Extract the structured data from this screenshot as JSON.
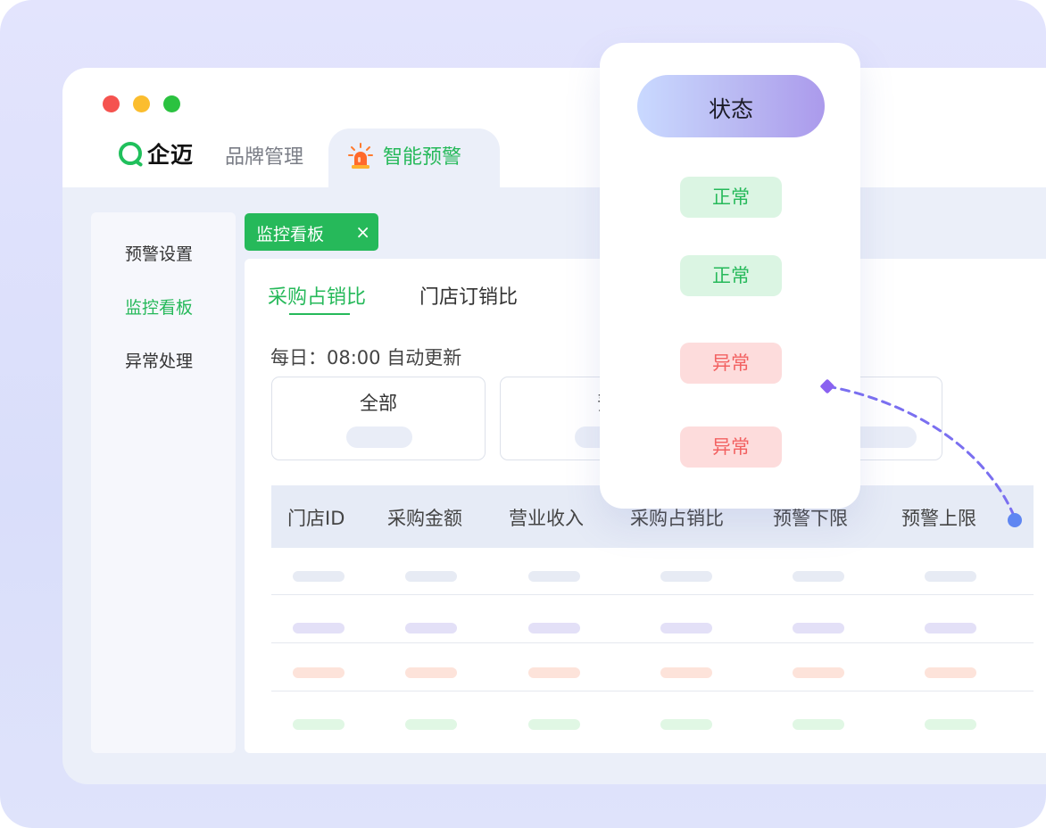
{
  "app": {
    "logo_text": "企迈",
    "nav": {
      "brand_label": "品牌管理",
      "alert_label": "智能预警"
    }
  },
  "window_controls": [
    "close",
    "minimize",
    "maximize"
  ],
  "sidebar": {
    "items": [
      {
        "label": "预警设置"
      },
      {
        "label": "监控看板"
      },
      {
        "label": "异常处理"
      }
    ]
  },
  "open_tab": {
    "label": "监控看板",
    "close_glyph": "×"
  },
  "subtabs": [
    {
      "label": "采购占销比"
    },
    {
      "label": "门店订销比"
    }
  ],
  "refresh_text": "每日：08:00 自动更新",
  "cards": [
    {
      "title": "全部"
    },
    {
      "title": "预"
    }
  ],
  "table": {
    "columns": [
      "门店ID",
      "采购金额",
      "营业收入",
      "采购占销比",
      "预警下限",
      "预警上限"
    ]
  },
  "status_popup": {
    "header": "状态",
    "badges": [
      {
        "label": "正常",
        "kind": "normal"
      },
      {
        "label": "正常",
        "kind": "normal"
      },
      {
        "label": "异常",
        "kind": "abnormal"
      },
      {
        "label": "异常",
        "kind": "abnormal"
      }
    ]
  },
  "colors": {
    "brand_green": "#26b95a",
    "normal_bg": "#dbf5e3",
    "abnormal_bg": "#fddcdc",
    "abnormal_text": "#f26161",
    "connector": "#7b6ef0"
  }
}
